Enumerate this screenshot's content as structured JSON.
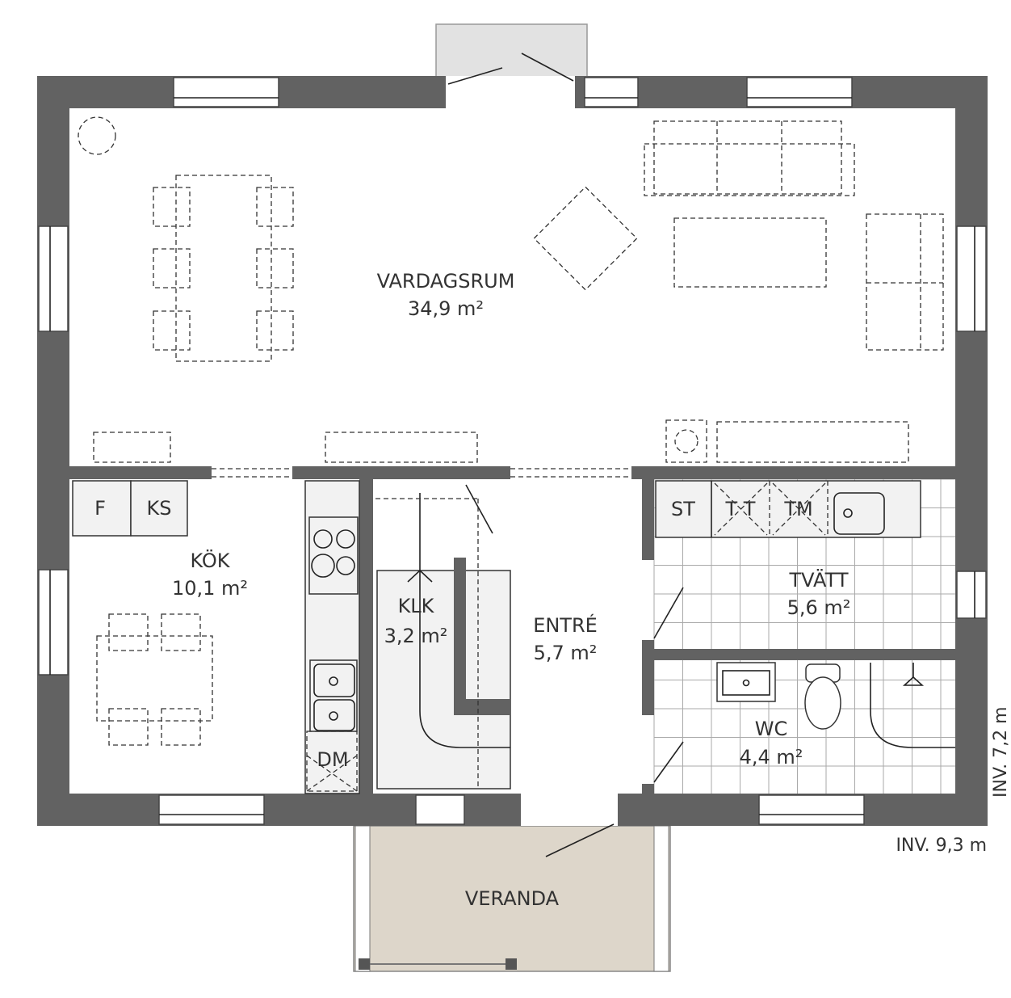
{
  "rooms": {
    "vardagsrum": {
      "name": "VARDAGSRUM",
      "area": "34,9 m²"
    },
    "kok": {
      "name": "KÖK",
      "area": "10,1 m²"
    },
    "klk": {
      "name": "KLK",
      "area": "3,2 m²"
    },
    "entre": {
      "name": "ENTRÉ",
      "area": "5,7 m²"
    },
    "tvatt": {
      "name": "TVÄTT",
      "area": "5,6 m²"
    },
    "wc": {
      "name": "WC",
      "area": "4,4 m²"
    },
    "veranda": {
      "name": "VERANDA"
    }
  },
  "appliances": {
    "fridge": "F",
    "freezer": "KS",
    "dryer_cabinet": "ST",
    "tumble_dryer": "T T",
    "washing_machine": "TM",
    "dishwasher": "DM"
  },
  "dimensions": {
    "width": "INV. 9,3 m",
    "depth": "INV. 7,2 m"
  },
  "colors": {
    "wall": "#626262",
    "veranda": "#ddd6ca",
    "balcony": "#e2e2e2",
    "counter": "#f2f2f2"
  }
}
